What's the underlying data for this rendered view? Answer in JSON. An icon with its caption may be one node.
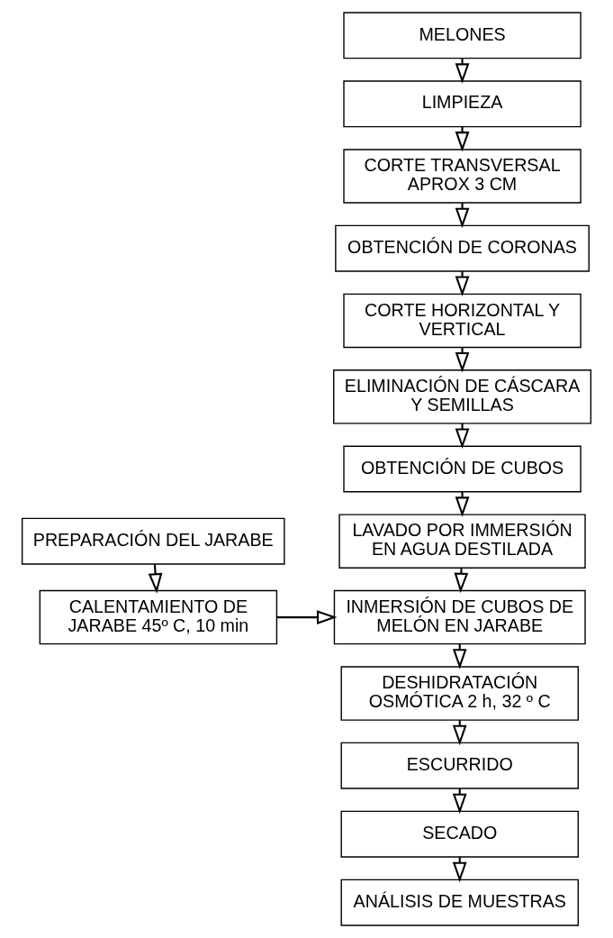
{
  "diagram": {
    "nodes": [
      {
        "text": [
          "MELONES"
        ]
      },
      {
        "text": [
          "LIMPIEZA"
        ]
      },
      {
        "text": [
          "CORTE TRANSVERSAL APROX 3 CM"
        ]
      },
      {
        "text": [
          "OBTENCIÓN DE CORONAS"
        ]
      },
      {
        "text": [
          "CORTE HORIZONTAL Y VERTICAL"
        ]
      },
      {
        "text": [
          "ELIMINACIÓN DE CÁSCARA Y SEMILLAS"
        ]
      },
      {
        "text": [
          "OBTENCIÓN DE CUBOS"
        ]
      },
      {
        "text": [
          "LAVADO POR IMMERSIÓN EN AGUA DESTILADA"
        ]
      },
      {
        "text": [
          "INMERSIÓN DE CUBOS DE MELÓN EN JARABE"
        ]
      },
      {
        "text": [
          "DESHIDRATACIÓN OSMÓTICA 2 h, 32 º C"
        ]
      },
      {
        "text": [
          "ESCURRIDO"
        ]
      },
      {
        "text": [
          "SECADO"
        ]
      },
      {
        "text": [
          "ANÁLISIS DE MUESTRAS"
        ]
      },
      {
        "text": [
          "PREPARACIÓN DEL JARABE"
        ]
      },
      {
        "text": [
          "CALENTAMIENTO DE JARABE 45º C, 10 min"
        ]
      }
    ],
    "edges": [
      {
        "from": 0,
        "to": 1,
        "arrow": "to"
      },
      {
        "from": 1,
        "to": 2,
        "arrow": "to"
      },
      {
        "from": 2,
        "to": 3,
        "arrow": "to"
      },
      {
        "from": 3,
        "to": 4,
        "arrow": "to"
      },
      {
        "from": 4,
        "to": 5,
        "arrow": "to"
      },
      {
        "from": 5,
        "to": 6,
        "arrow": "to"
      },
      {
        "from": 6,
        "to": 7,
        "arrow": "to"
      },
      {
        "from": 7,
        "to": 8,
        "arrow": "to"
      },
      {
        "from": 8,
        "to": 9,
        "arrow": "to"
      },
      {
        "from": 9,
        "to": 10,
        "arrow": "to"
      },
      {
        "from": 10,
        "to": 11,
        "arrow": "to"
      },
      {
        "from": 11,
        "to": 12,
        "arrow": "to"
      },
      {
        "from": 13,
        "to": 14,
        "arrow": "to"
      },
      {
        "from": 14,
        "to": 8,
        "arrow": "to"
      }
    ]
  }
}
